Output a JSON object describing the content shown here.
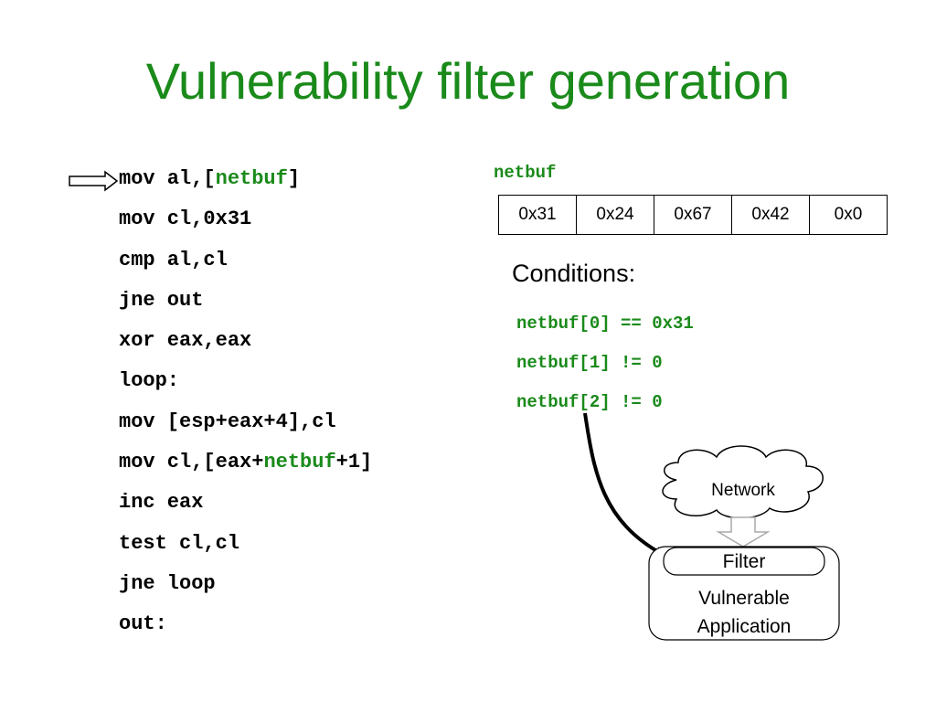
{
  "title": "Vulnerability filter generation",
  "code": [
    {
      "parts": [
        {
          "t": "mov al,[",
          "hl": false
        },
        {
          "t": "netbuf",
          "hl": true
        },
        {
          "t": "]",
          "hl": false
        }
      ]
    },
    {
      "parts": [
        {
          "t": "mov cl,0x31",
          "hl": false
        }
      ]
    },
    {
      "parts": [
        {
          "t": "cmp al,cl",
          "hl": false
        }
      ]
    },
    {
      "parts": [
        {
          "t": "jne out",
          "hl": false
        }
      ]
    },
    {
      "parts": [
        {
          "t": "xor eax,eax",
          "hl": false
        }
      ]
    },
    {
      "parts": [
        {
          "t": "loop:",
          "hl": false
        }
      ]
    },
    {
      "parts": [
        {
          "t": "mov [esp+eax+4],cl",
          "hl": false
        }
      ]
    },
    {
      "parts": [
        {
          "t": "mov cl,[eax+",
          "hl": false
        },
        {
          "t": "netbuf",
          "hl": true
        },
        {
          "t": "+1]",
          "hl": false
        }
      ]
    },
    {
      "parts": [
        {
          "t": "inc eax",
          "hl": false
        }
      ]
    },
    {
      "parts": [
        {
          "t": "test cl,cl",
          "hl": false
        }
      ]
    },
    {
      "parts": [
        {
          "t": "jne loop",
          "hl": false
        }
      ]
    },
    {
      "parts": [
        {
          "t": "out:",
          "hl": false
        }
      ]
    }
  ],
  "netbuf_label": "netbuf",
  "memory_bytes": [
    "0x31",
    "0x24",
    "0x67",
    "0x42",
    "0x0"
  ],
  "conditions_title": "Conditions:",
  "conditions": [
    "netbuf[0] == 0x31",
    "netbuf[1] != 0",
    "netbuf[2] != 0"
  ],
  "diagram": {
    "network_label": "Network",
    "filter_label": "Filter",
    "app_label_line1": "Vulnerable",
    "app_label_line2": "Application"
  },
  "colors": {
    "accent_green": "#1a8a1a",
    "text": "#000000",
    "background": "#ffffff"
  }
}
